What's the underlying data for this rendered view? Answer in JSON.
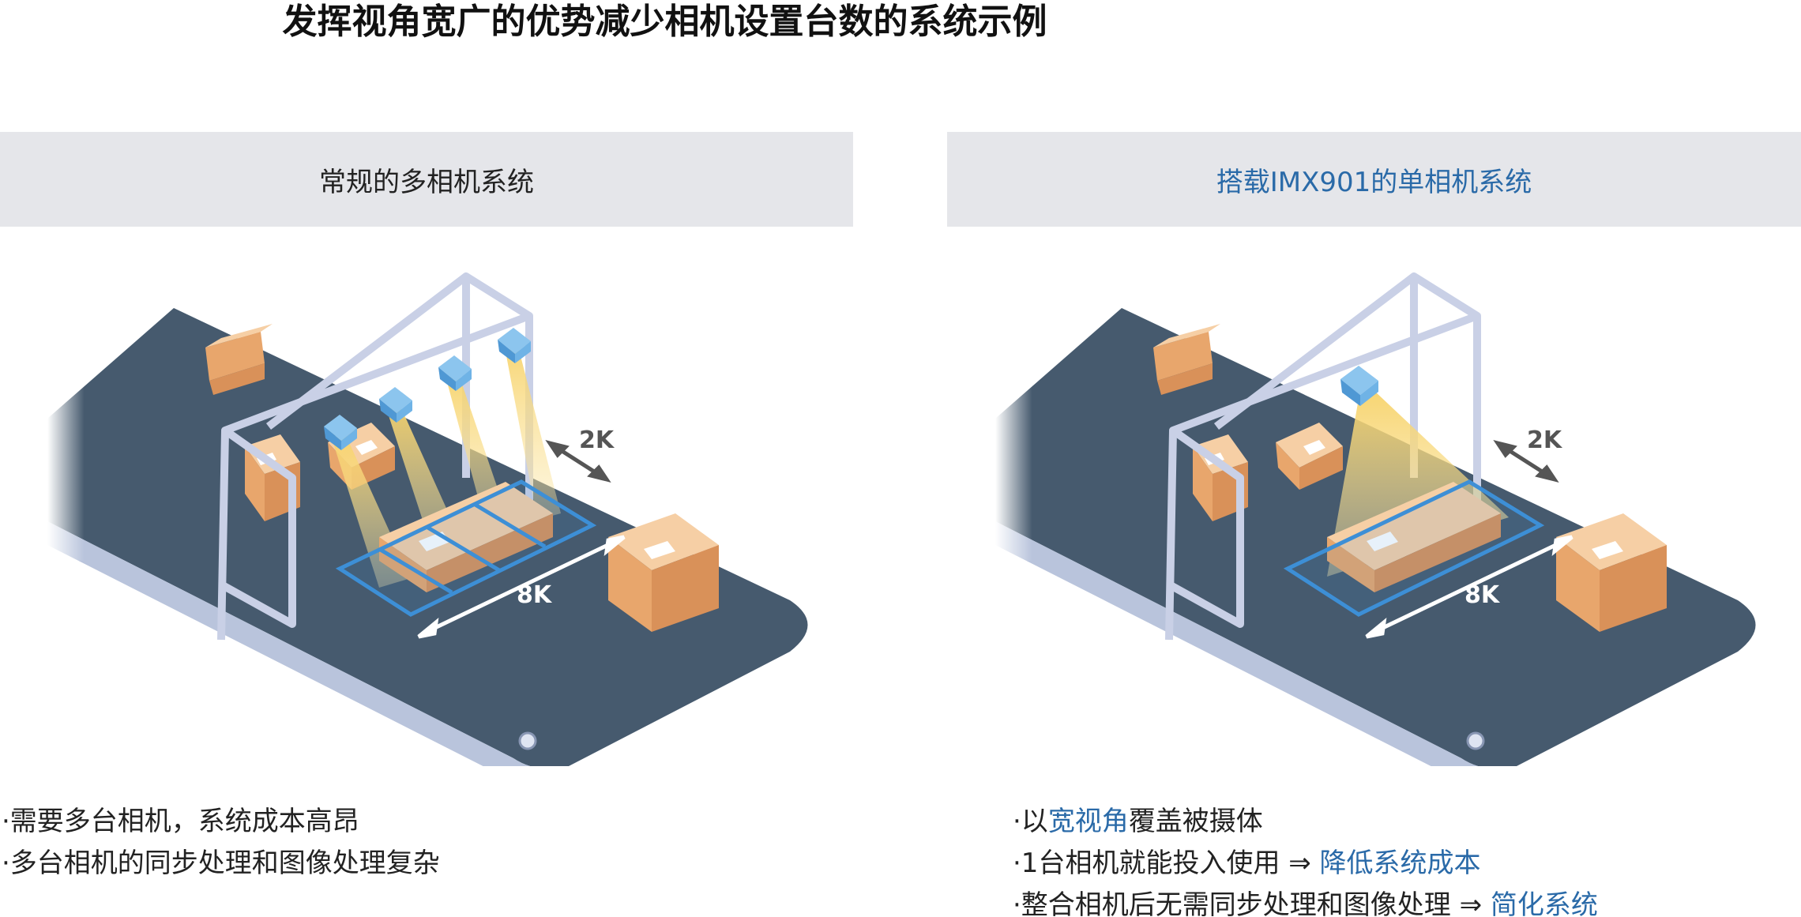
{
  "title": "发挥视角宽广的优势减少相机设置台数的系统示例",
  "left_panel": {
    "header": "常规的多相机系统",
    "label_2k": "2K",
    "label_8k": "8K",
    "bullets": [
      {
        "prefix": "·需要多台相机，系统成本高昂"
      },
      {
        "prefix": "·多台相机的同步处理和图像处理复杂"
      }
    ]
  },
  "right_panel": {
    "header": "搭载IMX901的单相机系统",
    "label_2k": "2K",
    "label_8k": "8K",
    "bullets": [
      {
        "prefix": "·以",
        "highlight": "宽视角",
        "suffix": "覆盖被摄体"
      },
      {
        "prefix": "·1台相机就能投入使用 ⇒ ",
        "highlight": "降低系统成本"
      },
      {
        "prefix": "·整合相机后无需同步处理和图像处理 ⇒ ",
        "highlight": "简化系统"
      }
    ]
  },
  "colors": {
    "belt": "#465a6e",
    "belt_edge": "#b9c4dc",
    "frame": "#c9d0e6",
    "camera": "#6fb3e6",
    "box_top": "#f6cfa5",
    "box_left": "#e8a66c",
    "box_right": "#d99159",
    "fov": "#f7d36b",
    "area_outline": "#3d8fd6",
    "accent_text": "#2a6aa8"
  },
  "icons": [
    "camera-icon",
    "box-icon",
    "double-arrow-icon"
  ]
}
